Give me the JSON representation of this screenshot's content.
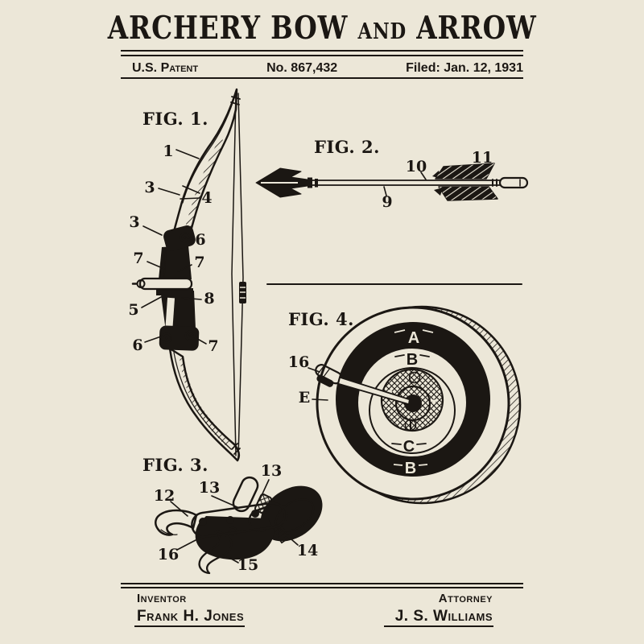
{
  "colors": {
    "background": "#ece7d8",
    "ink": "#1b1713"
  },
  "header": {
    "title_part1": "ARCHERY BOW",
    "title_and": "AND",
    "title_part2": "ARROW",
    "patent_office": "U.S. Patent",
    "patent_no": "No. 867,432",
    "filed": "Filed: Jan. 12, 1931"
  },
  "figures": {
    "fig1": {
      "caption": "FIG. 1.",
      "subject": "recurve bow with string and riser",
      "callouts": {
        "c1": "1",
        "c3a": "3",
        "c4": "4",
        "c3b": "3",
        "c6a": "6",
        "c7a": "7",
        "c7b": "7",
        "c8": "8",
        "c5": "5",
        "c6b": "6",
        "c7c": "7"
      }
    },
    "fig2": {
      "caption": "FIG. 2.",
      "subject": "arrow with broadhead, shaft, fletching and nock",
      "callouts": {
        "c9": "9",
        "c10": "10",
        "c11": "11"
      }
    },
    "fig3": {
      "caption": "FIG. 3.",
      "subject": "release aid with wrist strap and trigger",
      "callouts": {
        "c12": "12",
        "c13a": "13",
        "c13b": "13",
        "c16": "16",
        "c14": "14",
        "c15": "15"
      }
    },
    "fig4": {
      "caption": "FIG. 4.",
      "subject": "target with arrow embedded in bullseye",
      "callouts": {
        "c16": "16",
        "cE": "E"
      },
      "ring_labels": {
        "a": "A",
        "b_top": "B",
        "c": "C",
        "b_bottom": "B"
      }
    }
  },
  "footer": {
    "inventor_label": "Inventor",
    "inventor_name": "Frank H. Jones",
    "attorney_label": "Attorney",
    "attorney_name": "J. S. Williams"
  }
}
